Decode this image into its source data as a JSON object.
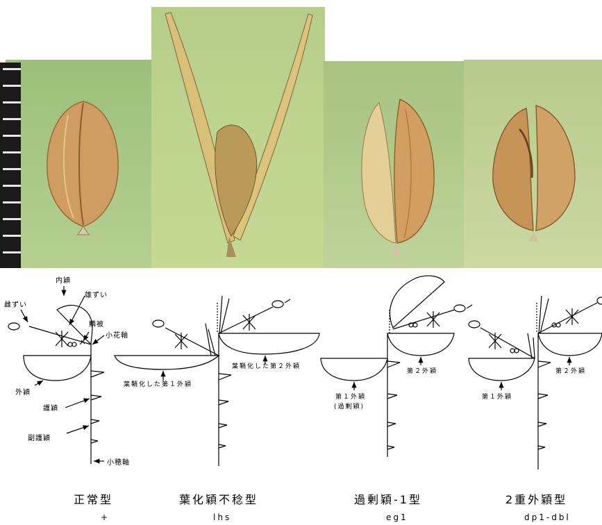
{
  "normal": {
    "labels": {
      "palea": "内穎",
      "stamen": "雄ずい",
      "pistil": "雌ずい",
      "lodicule": "鱗被",
      "rachilla": "小花軸",
      "lemma": "外穎",
      "sterile_lemma": "護穎",
      "rudimentary_glume": "副護穎",
      "pedicel": "小穂軸"
    },
    "type_name": "正常型",
    "genotype": "+"
  },
  "lhs": {
    "labels": {
      "first_lemma": "葉鞘化した第１外穎",
      "second_lemma": "葉鞘化した第２外穎"
    },
    "type_name": "葉化穎不稔型",
    "genotype": "lhs"
  },
  "eg1": {
    "labels": {
      "second_lemma": "第２外穎",
      "first_lemma": "第１外穎",
      "first_lemma_note": "(過剰穎)"
    },
    "type_name": "過剰穎-1型",
    "genotype": "eg1"
  },
  "dp1": {
    "labels": {
      "second_lemma": "第２外穎",
      "first_lemma": "第１外穎"
    },
    "type_name": "2重外穎型",
    "genotype": "dp1-dbl"
  },
  "colors": {
    "line": "#000000",
    "background": "#ffffff",
    "grain": "#c9935a"
  }
}
